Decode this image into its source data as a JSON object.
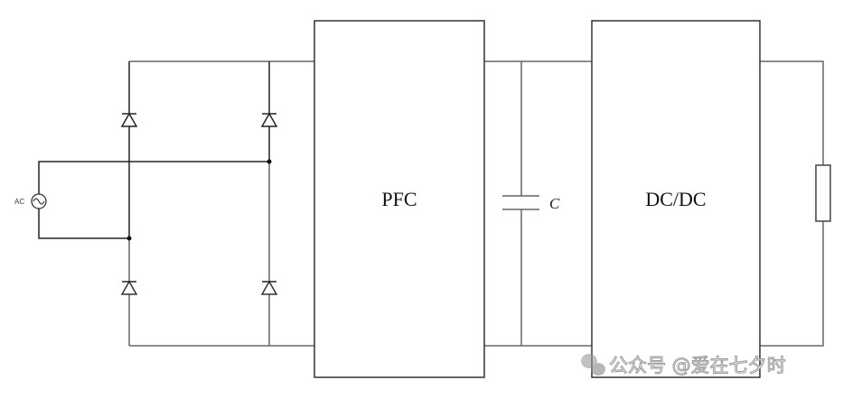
{
  "source": {
    "label": "AC"
  },
  "blocks": {
    "pfc": "PFC",
    "dcdc": "DC/DC"
  },
  "capacitor": {
    "label": "C"
  },
  "watermark": {
    "text": "公众号 @爱在七夕时",
    "icon": "wechat-icon"
  }
}
